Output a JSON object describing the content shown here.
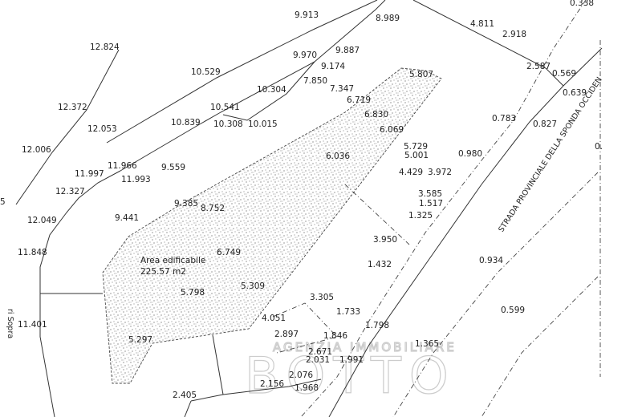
{
  "area": {
    "title": "Area edificabile",
    "size": "225.57 m2"
  },
  "road_label": "STRADA PROVINCIALE DELLA SPONDA OCCIDEN",
  "left_street_label": "ri Sopra",
  "watermark": {
    "top": "AGENZIA IMMOBILIARE",
    "bottom": "BOTTO"
  },
  "elevations": [
    "9.913",
    "8.989",
    "0.338",
    "4.811",
    "2.918",
    "12.824",
    "9.970",
    "9.887",
    "9.174",
    "2.587",
    "0.569",
    "10.529",
    "5.807",
    "0.639",
    "7.850",
    "7.347",
    "10.304",
    "6.719",
    "12.372",
    "10.541",
    "6.830",
    "0.783",
    "0.827",
    "10.839",
    "10.308",
    "10.015",
    "12.053",
    "6.069",
    "12.006",
    "5.729",
    "0.980",
    "5.001",
    "6.036",
    "9.559",
    "11.966",
    "4.429",
    "3.972",
    "11.997",
    "11.993",
    "12.327",
    "3.585",
    "9.385",
    "1.517",
    "8.752",
    "1.325",
    "12.049",
    "9.441",
    "3.950",
    "11.848",
    "6.749",
    "1.432",
    "0.934",
    "5.309",
    "5.798",
    "3.305",
    "0.599",
    "1.733",
    "4.051",
    "1.798",
    "11.401",
    "2.897",
    "1.846",
    "1.365",
    "5.297",
    "2.671",
    "2.031",
    "1.991",
    "2.076",
    "2.156",
    "1.968",
    "2.405",
    "0.",
    "5"
  ],
  "colors": {
    "ink": "#222222",
    "stipple": "#555555",
    "watermark": "#cccccc"
  }
}
